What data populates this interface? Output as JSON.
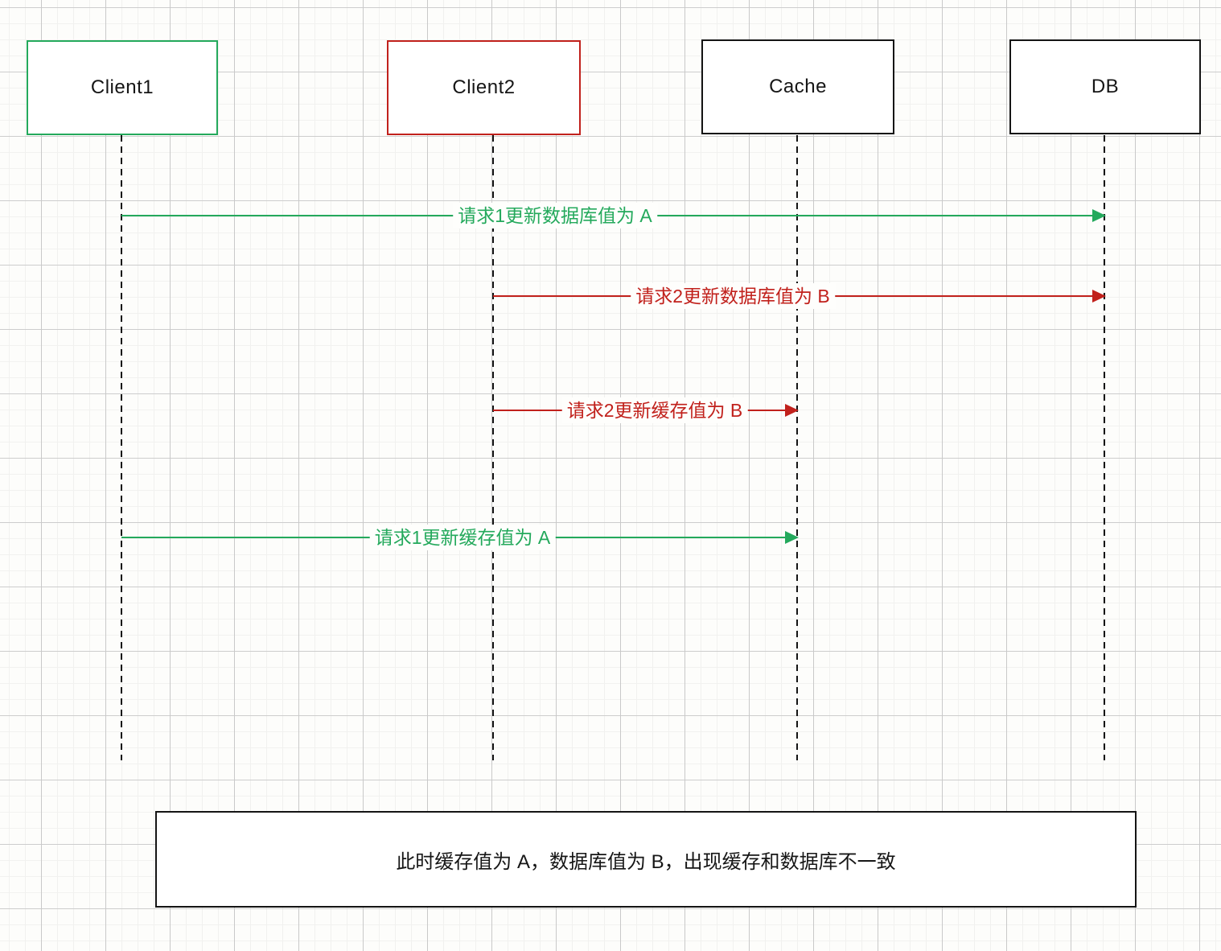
{
  "colors": {
    "green": "#24a95c",
    "red": "#c1211c",
    "black": "#141414"
  },
  "actors": [
    {
      "id": "client1",
      "label": "Client1",
      "border_color": "#24a95c"
    },
    {
      "id": "client2",
      "label": "Client2",
      "border_color": "#c1211c"
    },
    {
      "id": "cache",
      "label": "Cache",
      "border_color": "#141414"
    },
    {
      "id": "db",
      "label": "DB",
      "border_color": "#141414"
    }
  ],
  "messages": [
    {
      "from": "Client1",
      "to": "DB",
      "label": "请求1更新数据库值为 A",
      "color": "#24a95c"
    },
    {
      "from": "Client2",
      "to": "DB",
      "label": "请求2更新数据库值为 B",
      "color": "#c1211c"
    },
    {
      "from": "Client2",
      "to": "Cache",
      "label": "请求2更新缓存值为 B",
      "color": "#c1211c"
    },
    {
      "from": "Client1",
      "to": "Cache",
      "label": "请求1更新缓存值为 A",
      "color": "#24a95c"
    }
  ],
  "note": {
    "label": "此时缓存值为 A，数据库值为 B，出现缓存和数据库不一致"
  }
}
